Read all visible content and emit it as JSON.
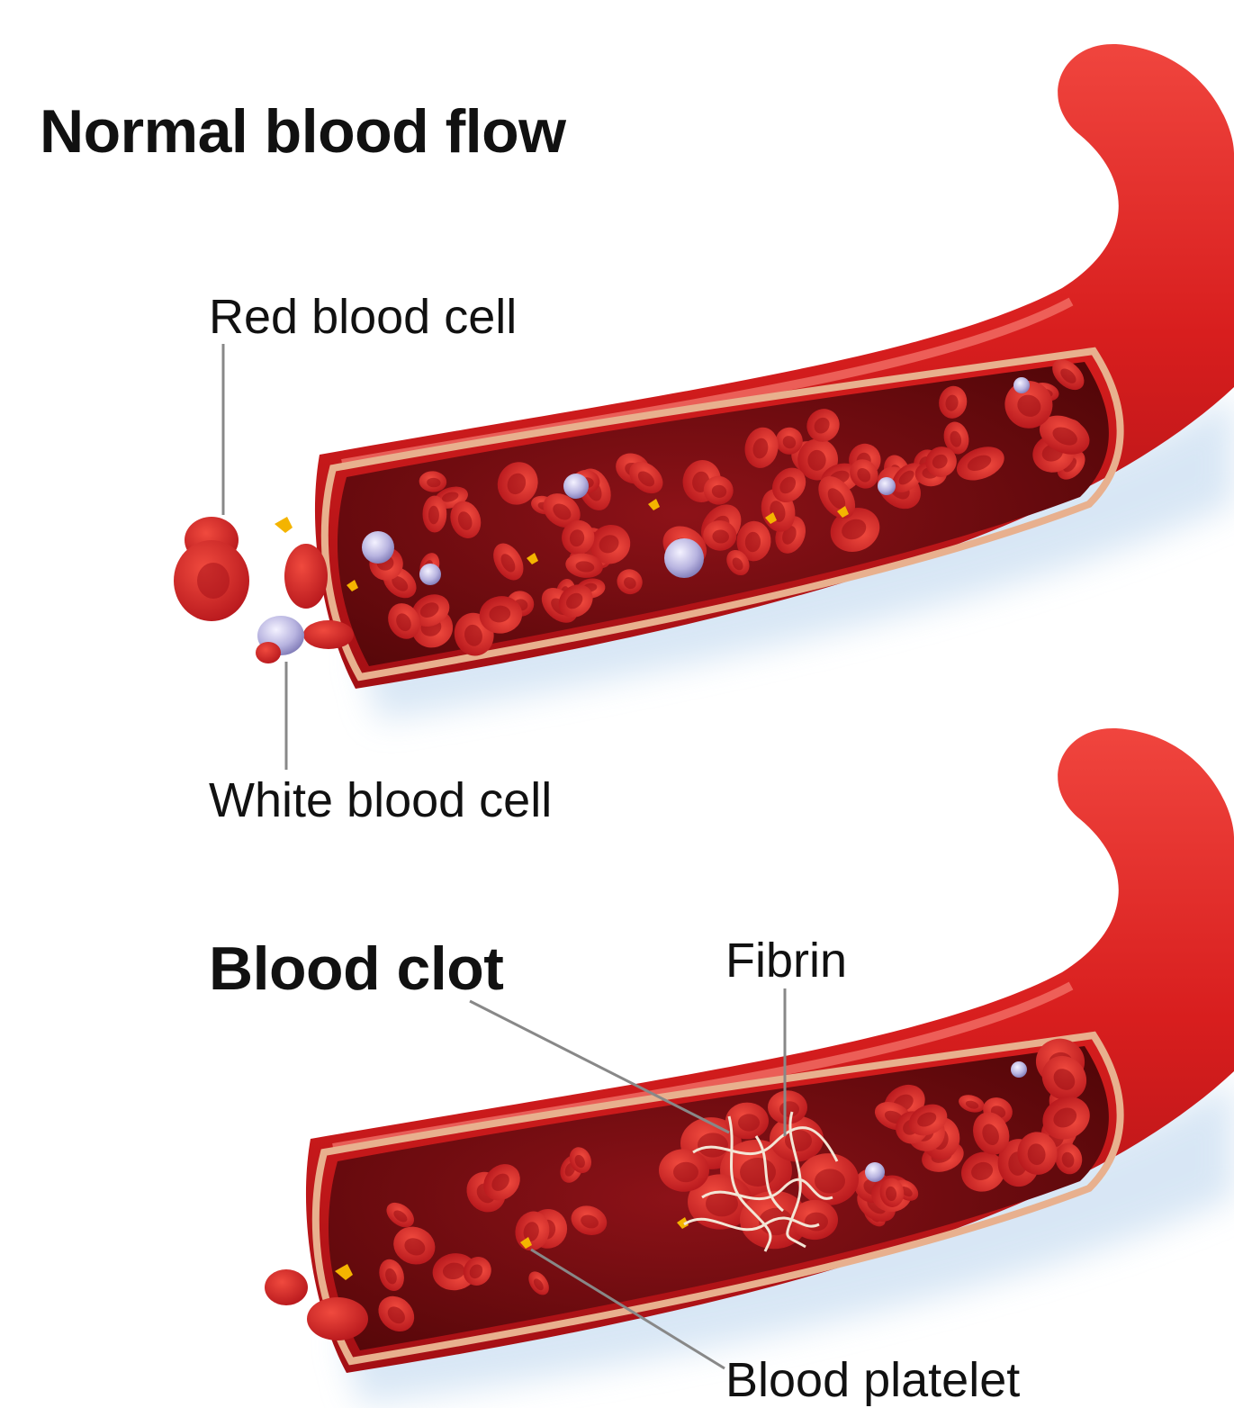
{
  "titles": {
    "normal": "Normal blood flow",
    "clot": "Blood clot"
  },
  "callouts": {
    "red_cell": "Red blood cell",
    "white_cell": "White blood cell",
    "fibrin": "Fibrin",
    "platelet": "Blood platelet"
  },
  "colors": {
    "vessel": "#d81e1e",
    "vessel_dark": "#8a0c10",
    "lumen": "#6e0a10",
    "wall_stripe": "#e8b08e",
    "blood_cell": "#d51f1f",
    "white_cell": "#b8b4e0",
    "platelet": "#f4b400",
    "fibrin": "#f3e6d6",
    "shadow": "#cfe1f3",
    "leader": "#888888"
  }
}
